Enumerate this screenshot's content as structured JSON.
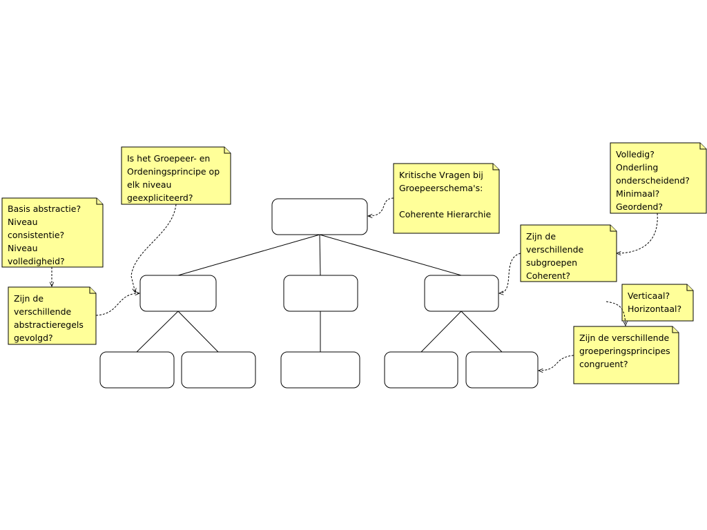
{
  "notes": {
    "basis": "Basis abstractie?\nNiveau consistentie?\nNiveau volledigheid?",
    "abstractieregels": "Zijn de verschillende abstractieregels gevolgd?",
    "groepeer_principe": "Is het Groepeer- en Ordeningsprincipe op elk niveau geexpliciteerd?",
    "kritische_vragen": "Kritische Vragen bij Groepeerschema's:\n\nCoherente Hierarchie",
    "volledig": "Volledig?\nOnderling onderscheidend?\nMinimaal?\nGeordend?",
    "subgroepen": "Zijn de verschillende subgroepen Coherent?",
    "verticaal": "Verticaal?\nHorizontaal?",
    "groeperingsprincipes": "Zijn de verschillende groeperingsprincipes congruent?"
  },
  "colors": {
    "note_fill": "#ffff99",
    "box_fill": "#ffffff",
    "stroke": "#000000"
  }
}
